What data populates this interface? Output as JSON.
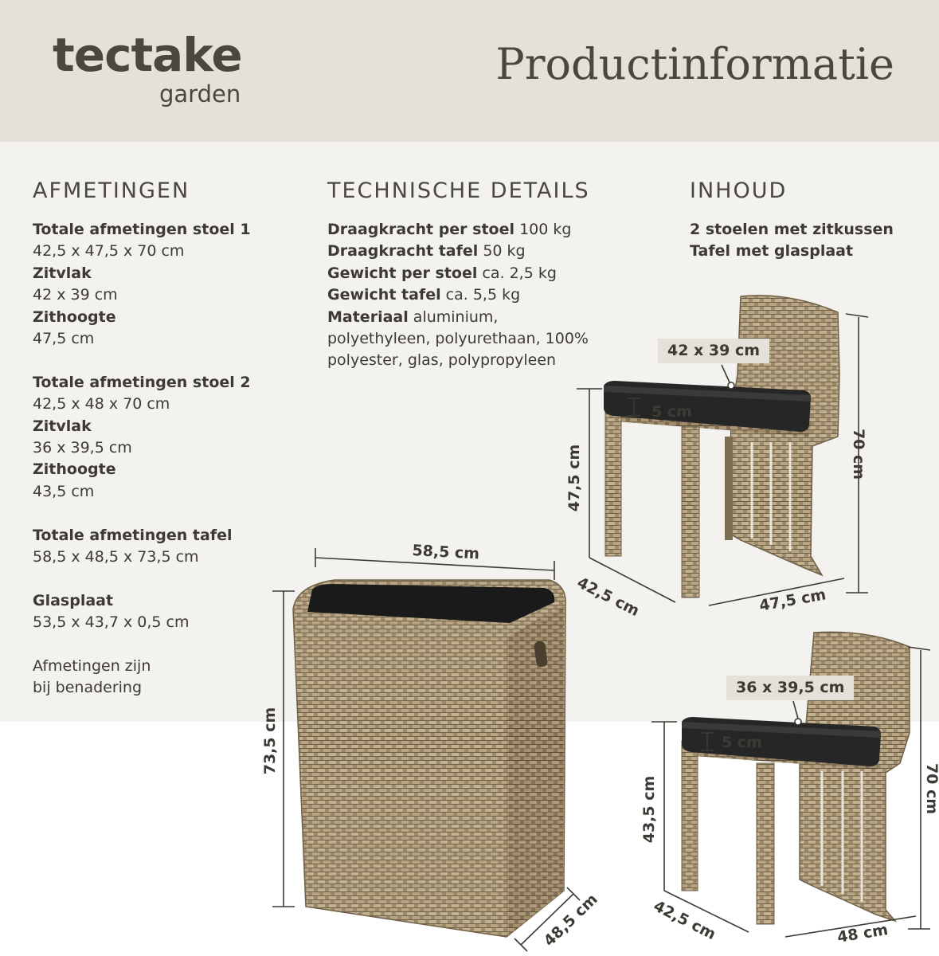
{
  "brand": {
    "name": "tectake",
    "sub": "garden"
  },
  "title": "Productinformatie",
  "sections": {
    "dimensions": {
      "heading": "AFMETINGEN",
      "chair1_label": "Totale afmetingen stoel 1",
      "chair1_value": "42,5 x 47,5 x 70 cm",
      "chair1_seat_label": "Zitvlak",
      "chair1_seat_value": "42 x 39 cm",
      "chair1_height_label": "Zithoogte",
      "chair1_height_value": "47,5 cm",
      "chair2_label": "Totale afmetingen stoel 2",
      "chair2_value": "42,5 x 48 x 70 cm",
      "chair2_seat_label": "Zitvlak",
      "chair2_seat_value": "36 x 39,5 cm",
      "chair2_height_label": "Zithoogte",
      "chair2_height_value": "43,5 cm",
      "table_label": "Totale afmetingen tafel",
      "table_value": "58,5 x 48,5 x 73,5 cm",
      "glass_label": "Glasplaat",
      "glass_value": "53,5 x 43,7 x 0,5 cm",
      "note_line1": "Afmetingen zijn",
      "note_line2": "bij benadering"
    },
    "technical": {
      "heading": "TECHNISCHE DETAILS",
      "load_chair_label": "Draagkracht per stoel",
      "load_chair_value": "100 kg",
      "load_table_label": "Draagkracht tafel",
      "load_table_value": "50 kg",
      "weight_chair_label": "Gewicht per stoel",
      "weight_chair_value": "ca. 2,5 kg",
      "weight_table_label": "Gewicht tafel",
      "weight_table_value": "ca. 5,5 kg",
      "material_label": "Materiaal",
      "material_line1": "aluminium,",
      "material_line2": "polyethyleen, polyurethaan, 100%",
      "material_line3": "polyester, glas, polypropyleen"
    },
    "contents": {
      "heading": "INHOUD",
      "item1": "2 stoelen met zitkussen",
      "item2": "Tafel met glasplaat"
    }
  },
  "diagram": {
    "chair1": {
      "seat_tag": "42 x 39 cm",
      "cushion": "5 cm",
      "seat_height": "47,5 cm",
      "height": "70 cm",
      "depth": "42,5 cm",
      "width": "47,5 cm"
    },
    "chair2": {
      "seat_tag": "36 x 39,5 cm",
      "cushion": "5 cm",
      "seat_height": "43,5 cm",
      "height": "70 cm",
      "depth": "42,5 cm",
      "width": "48 cm"
    },
    "table": {
      "width": "58,5 cm",
      "height": "73,5 cm",
      "depth": "48,5 cm"
    }
  },
  "colors": {
    "header_bg": "#e4e1da",
    "panel_bg": "#f3f2ef",
    "text": "#3d3a33",
    "cushion": "#2a2a2a",
    "rattan": "#8c7a5e"
  }
}
